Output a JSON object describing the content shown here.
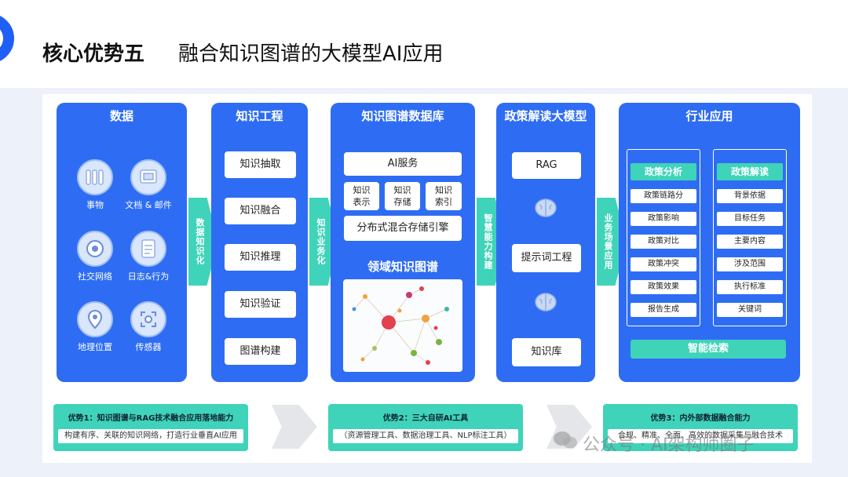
{
  "header": {
    "title": "核心优势五",
    "subtitle": "融合知识图谱的大模型AI应用"
  },
  "columns": {
    "data": {
      "title": "数据",
      "sources": [
        {
          "label": "事物",
          "icon": "items-icon"
        },
        {
          "label": "文档 & 邮件",
          "icon": "document-mail-icon"
        },
        {
          "label": "社交网络",
          "icon": "social-network-icon"
        },
        {
          "label": "日志&行为",
          "icon": "log-behavior-icon"
        },
        {
          "label": "地理位置",
          "icon": "location-icon"
        },
        {
          "label": "传感器",
          "icon": "sensor-icon"
        }
      ]
    },
    "engineering": {
      "title": "知识工程",
      "items": [
        "知识抽取",
        "知识融合",
        "知识推理",
        "知识验证",
        "图谱构建"
      ]
    },
    "graph_db": {
      "title": "知识图谱数据库",
      "ai_service": "AI服务",
      "sub_items": [
        "知识\n表示",
        "知识\n存储",
        "知识\n索引"
      ],
      "storage_engine": "分布式混合存储引擎",
      "domain_graph": "领域知识图谱"
    },
    "llm": {
      "title": "政策解读大模型",
      "items": [
        "RAG",
        "提示词工程",
        "知识库"
      ]
    },
    "industry": {
      "title": "行业应用",
      "panels": [
        {
          "title": "政策分析",
          "items": [
            "政策链路分",
            "政策影响",
            "政策对比",
            "政策冲突",
            "政策效果",
            "报告生成"
          ]
        },
        {
          "title": "政策解读",
          "items": [
            "背景依据",
            "目标任务",
            "主要内容",
            "涉及范围",
            "执行标准",
            "关键词"
          ]
        }
      ],
      "search": "智能检索"
    }
  },
  "arrows": [
    "数据知识化",
    "知识业务化",
    "智慧能力构建",
    "业务场景应用"
  ],
  "advantages": [
    {
      "title": "优势1：知识图谱与RAG技术融合应用落地能力",
      "desc": "构建有序、关联的知识网络，打造行业垂直AI应用"
    },
    {
      "title": "优势2：三大自研AI工具",
      "desc": "（资源管理工具、数据治理工具、NLP标注工具）"
    },
    {
      "title": "优势3：内外部数据融合能力",
      "desc": "合规、精准、全面、高效的数据采集与融合技术"
    }
  ],
  "watermark": "公众号 · AI架构师圈子",
  "colors": {
    "primary": "#2e6df3",
    "accent": "#3fd3b9",
    "logo": "#1f5ff5"
  }
}
